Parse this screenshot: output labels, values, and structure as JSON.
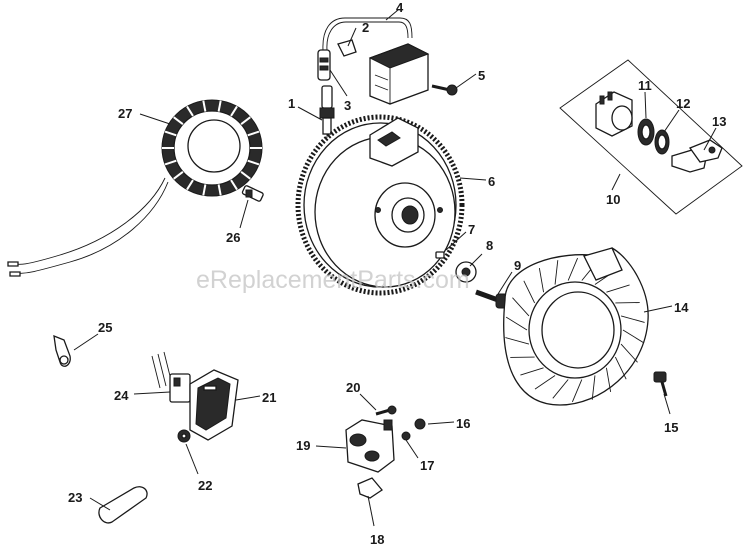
{
  "watermark": "eReplacementParts.com",
  "parts": [
    {
      "id": "1",
      "label": "1"
    },
    {
      "id": "2",
      "label": "2"
    },
    {
      "id": "3",
      "label": "3"
    },
    {
      "id": "4",
      "label": "4"
    },
    {
      "id": "5",
      "label": "5"
    },
    {
      "id": "6",
      "label": "6"
    },
    {
      "id": "7",
      "label": "7"
    },
    {
      "id": "8",
      "label": "8"
    },
    {
      "id": "9",
      "label": "9"
    },
    {
      "id": "10",
      "label": "10"
    },
    {
      "id": "11",
      "label": "11"
    },
    {
      "id": "12",
      "label": "12"
    },
    {
      "id": "13",
      "label": "13"
    },
    {
      "id": "14",
      "label": "14"
    },
    {
      "id": "15",
      "label": "15"
    },
    {
      "id": "16",
      "label": "16"
    },
    {
      "id": "17",
      "label": "17"
    },
    {
      "id": "18",
      "label": "18"
    },
    {
      "id": "19",
      "label": "19"
    },
    {
      "id": "20",
      "label": "20"
    },
    {
      "id": "21",
      "label": "21"
    },
    {
      "id": "22",
      "label": "22"
    },
    {
      "id": "23",
      "label": "23"
    },
    {
      "id": "24",
      "label": "24"
    },
    {
      "id": "25",
      "label": "25"
    },
    {
      "id": "26",
      "label": "26"
    },
    {
      "id": "27",
      "label": "27"
    }
  ]
}
